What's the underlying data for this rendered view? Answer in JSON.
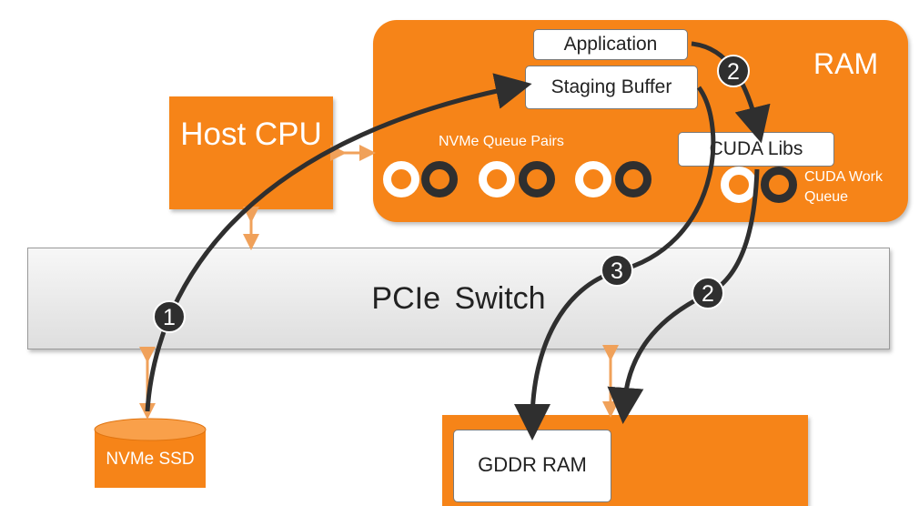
{
  "nodes": {
    "ram": "RAM",
    "host_cpu": "Host CPU",
    "pcie_switch": "PCIe  Switch",
    "application": "Application",
    "staging_buffer": "Staging Buffer",
    "cuda_libs": "CUDA Libs",
    "nvme_queue_pairs": "NVMe Queue Pairs",
    "cuda_work_queue": "CUDA Work Queue",
    "nvme_ssd": "NVMe SSD",
    "gddr_ram": "GDDR RAM"
  },
  "steps": {
    "step1": "1",
    "step2a": "2",
    "step2b": "2",
    "step3": "3"
  },
  "colors": {
    "orange": "#f68418",
    "arrow_orange": "#f0a15a",
    "dark": "#2f2f2f",
    "switch_fill": "#e6e6e6"
  }
}
